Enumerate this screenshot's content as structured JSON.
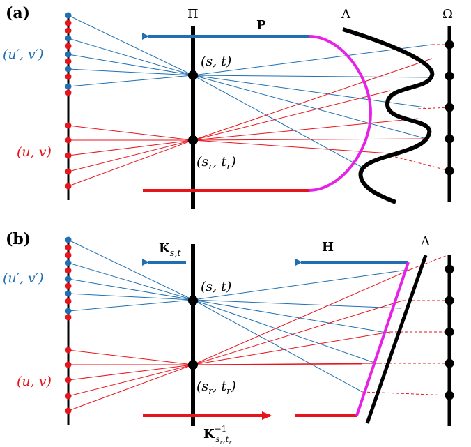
{
  "panel_a": {
    "tag": "(a)",
    "plane_pi": "Π",
    "surface_lambda": "Λ",
    "plane_omega": "Ω",
    "arrow_p": "P",
    "blue_coord": "(u′, v′)",
    "red_coord": "(u, v)",
    "st_point": "(s, t)",
    "st_r_left": "(s",
    "st_r_sub1": "r",
    "st_r_mid": ", t",
    "st_r_sub2": "r",
    "st_r_right": ")"
  },
  "panel_b": {
    "tag": "(b)",
    "surface_lambda": "Λ",
    "arrow_h": "H",
    "arrow_k_main": "K",
    "arrow_k_sub": "s,t",
    "arrow_kinv_main": "K",
    "arrow_kinv_sup": "−1",
    "arrow_kinv_sub": "s",
    "arrow_kinv_sub2": "r",
    "arrow_kinv_sub3": ",t",
    "arrow_kinv_sub4": "r",
    "blue_coord": "(u′, v′)",
    "red_coord": "(u, v)",
    "st_point": "(s, t)",
    "st_r_left": "(s",
    "st_r_sub1": "r",
    "st_r_mid": ", t",
    "st_r_sub2": "r",
    "st_r_right": ")"
  },
  "colors": {
    "blue": "#1f6fb2",
    "red": "#e8141c",
    "magenta": "#e622e6",
    "black": "#000000"
  }
}
